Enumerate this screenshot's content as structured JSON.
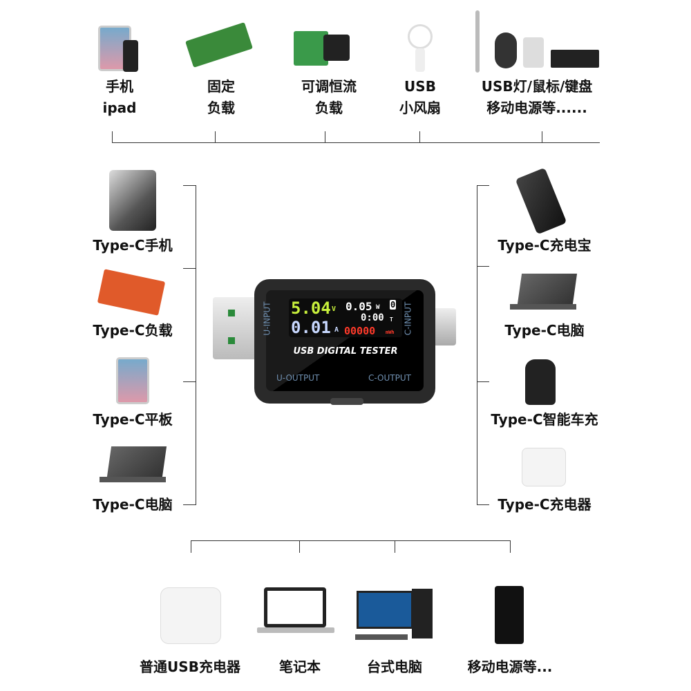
{
  "top_items": [
    {
      "line1": "手机",
      "line2": "ipad",
      "icon": "phone-tablet-icon"
    },
    {
      "line1": "固定",
      "line2": "负载",
      "icon": "fixed-load-icon"
    },
    {
      "line1": "可调恒流",
      "line2": "负载",
      "icon": "adjustable-load-icon"
    },
    {
      "line1": "USB",
      "line2": "小风扇",
      "icon": "usb-fan-icon"
    },
    {
      "line1": "USB灯/鼠标/键盘",
      "line2": "移动电源等......",
      "icon": "lamp-mouse-keyboard-icon"
    }
  ],
  "left_items": [
    {
      "label": "Type-C手机",
      "icon": "smartphone-icon"
    },
    {
      "label": "Type-C负载",
      "icon": "load-board-icon"
    },
    {
      "label": "Type-C平板",
      "icon": "tablet-icon"
    },
    {
      "label": "Type-C电脑",
      "icon": "laptop-icon"
    }
  ],
  "right_items": [
    {
      "label": "Type-C充电宝",
      "icon": "power-bank-icon"
    },
    {
      "label": "Type-C电脑",
      "icon": "laptop-icon"
    },
    {
      "label": "Type-C智能车充",
      "icon": "car-charger-icon"
    },
    {
      "label": "Type-C充电器",
      "icon": "charger-icon"
    }
  ],
  "bottom_items": [
    {
      "label": "普通USB充电器",
      "icon": "usb-charger-icon"
    },
    {
      "label": "笔记本",
      "icon": "notebook-icon"
    },
    {
      "label": "台式电脑",
      "icon": "desktop-icon"
    },
    {
      "label": "移动电源等...",
      "icon": "power-bank-icon"
    }
  ],
  "tester": {
    "voltage": "5.04",
    "voltage_unit": "V",
    "power": "0.05",
    "power_unit": "W",
    "group": "0",
    "current": "0.01",
    "current_unit": "A",
    "time": "0:00",
    "time_unit": "T",
    "energy": "00000",
    "energy_unit": "mWh",
    "title": "USB DIGITAL TESTER",
    "u_input": "U-INPUT",
    "c_input": "C-INPUT",
    "u_output": "U-OUTPUT",
    "c_output": "C-OUTPUT",
    "colors": {
      "voltage": "#c8f03c",
      "current": "#c8d8ff",
      "energy": "#ff3a2a",
      "text": "#ffffff"
    }
  }
}
